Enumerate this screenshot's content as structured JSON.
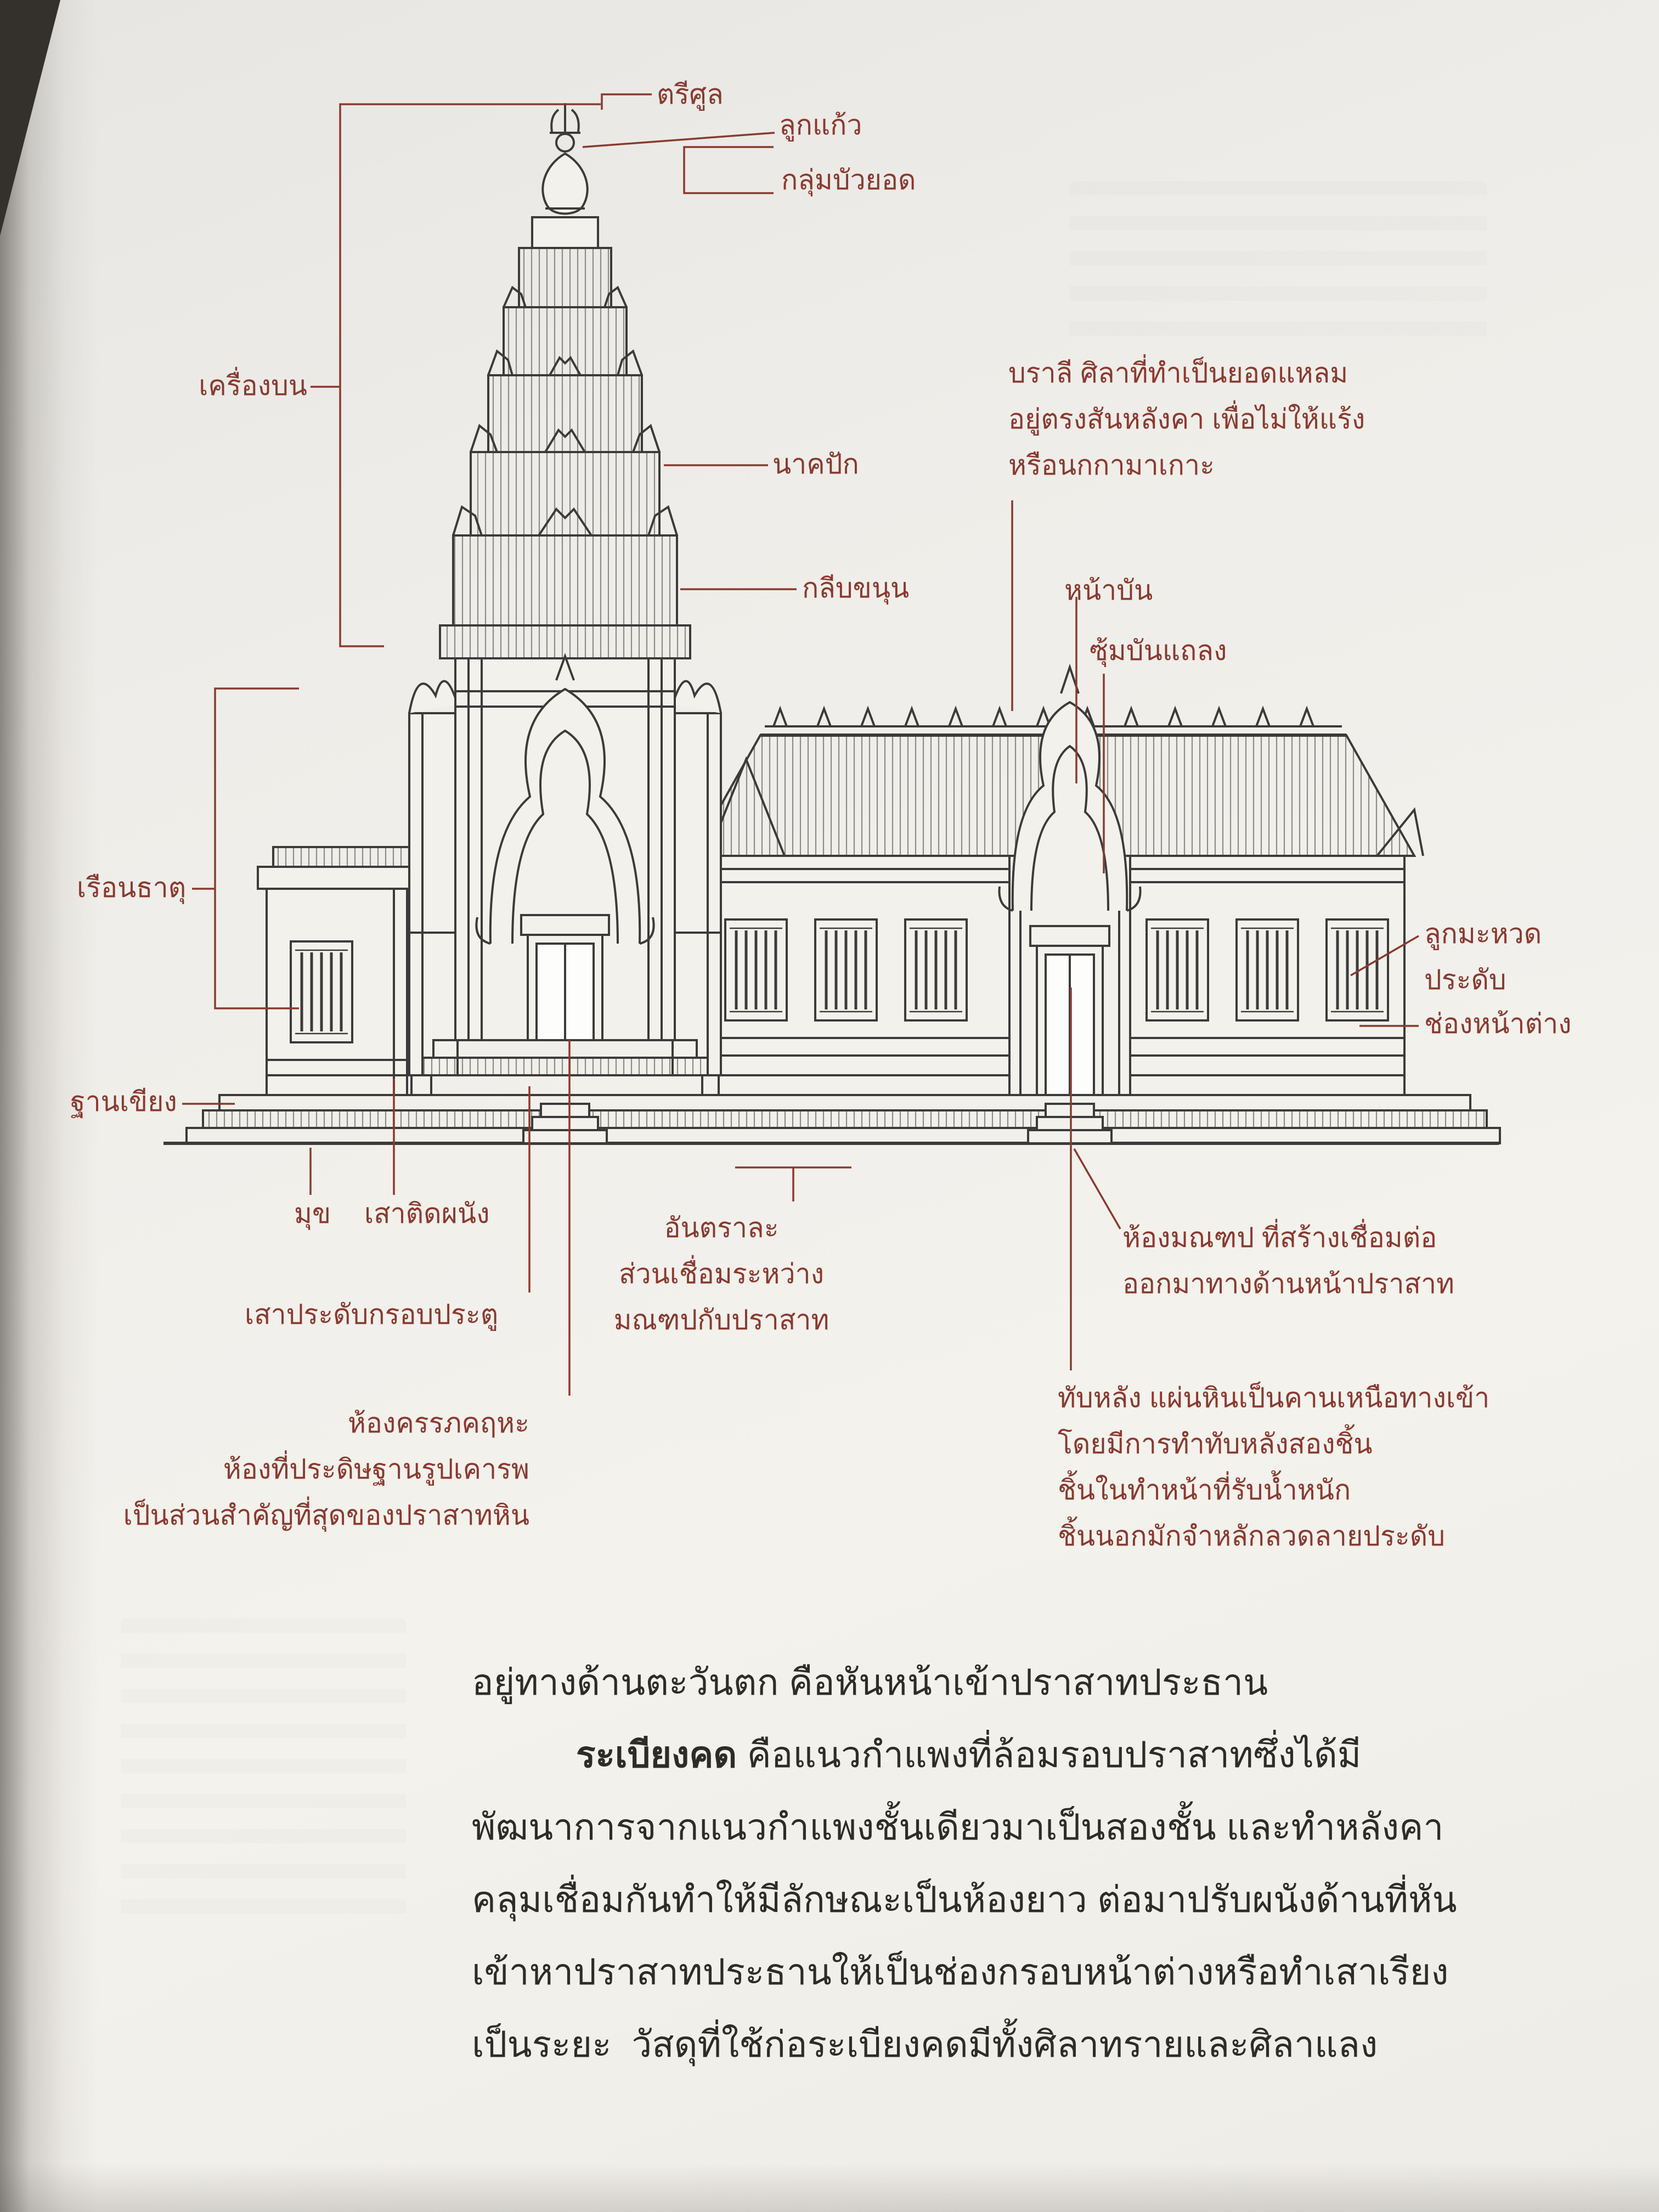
{
  "page": {
    "paper_color": "#f3f1ec",
    "ink_color": "#3b3b3b",
    "annotation_color": "#8a3a30"
  },
  "diagram": {
    "subject": "khmer-prasat-elevation",
    "labels": {
      "trisul": "ตรีศูล",
      "lukkaew": "ลูกแก้ว",
      "klumbuayot": "กลุ่มบัวยอด",
      "khrueangbon": "เครื่องบน",
      "nakpak": "นาคปัก",
      "klipkhanun": "กลีบขนุน",
      "barali": [
        "บราลี ศิลาที่ทำเป็นยอดแหลม",
        "อยู่ตรงสันหลังคา เพื่อไม่ให้แร้ง",
        "หรือนกกามาเกาะ"
      ],
      "naban": "หน้าบัน",
      "sumbanthalaeng": "ซุ้มบันแถลง",
      "rueanthat": "เรือนธาตุ",
      "lukmahuat": [
        "ลูกมะหวด",
        "ประดับ"
      ],
      "chongnatang": "ช่องหน้าต่าง",
      "thankhiang": "ฐานเขียง",
      "muk": "มุข",
      "saotitphanang": "เสาติดผนัง",
      "saopradap": "เสาประดับกรอบประตู",
      "antarala": [
        "อันตราละ",
        "ส่วนเชื่อมระหว่าง",
        "มณฑปกับปราสาท"
      ],
      "hongmondop": [
        "ห้องมณฑป ที่สร้างเชื่อมต่อ",
        "ออกมาทางด้านหน้าปราสาท"
      ],
      "hongkhankhruha": [
        "ห้องครรภคฤหะ",
        "ห้องที่ประดิษฐานรูปเคารพ",
        "เป็นส่วนสำคัญที่สุดของปราสาทหิน"
      ],
      "thaplang": [
        "ทับหลัง แผ่นหินเป็นคานเหนือทางเข้า",
        "โดยมีการทำทับหลังสองชิ้น",
        "ชิ้นในทำหน้าที่รับน้ำหนัก",
        "ชิ้นนอกมักจำหลักลวดลายประดับ"
      ]
    }
  },
  "body_text": {
    "line1": "อยู่ทางด้านตะวันตก คือหันหน้าเข้าปราสาทประธาน",
    "line2_bold": "ระเบียงคด",
    "line2_rest": " คือแนวกำแพงที่ล้อมรอบปราสาทซึ่งได้มี",
    "line3": "พัฒนาการจากแนวกำแพงชั้นเดียวมาเป็นสองชั้น และทำหลังคา",
    "line4": "คลุมเชื่อมกันทำให้มีลักษณะเป็นห้องยาว ต่อมาปรับผนังด้านที่หัน",
    "line5": "เข้าหาปราสาทประธานให้เป็นช่องกรอบหน้าต่างหรือทำเสาเรียง",
    "line6": "เป็นระยะ  วัสดุที่ใช้ก่อระเบียงคดมีทั้งศิลาทรายและศิลาแลง"
  }
}
